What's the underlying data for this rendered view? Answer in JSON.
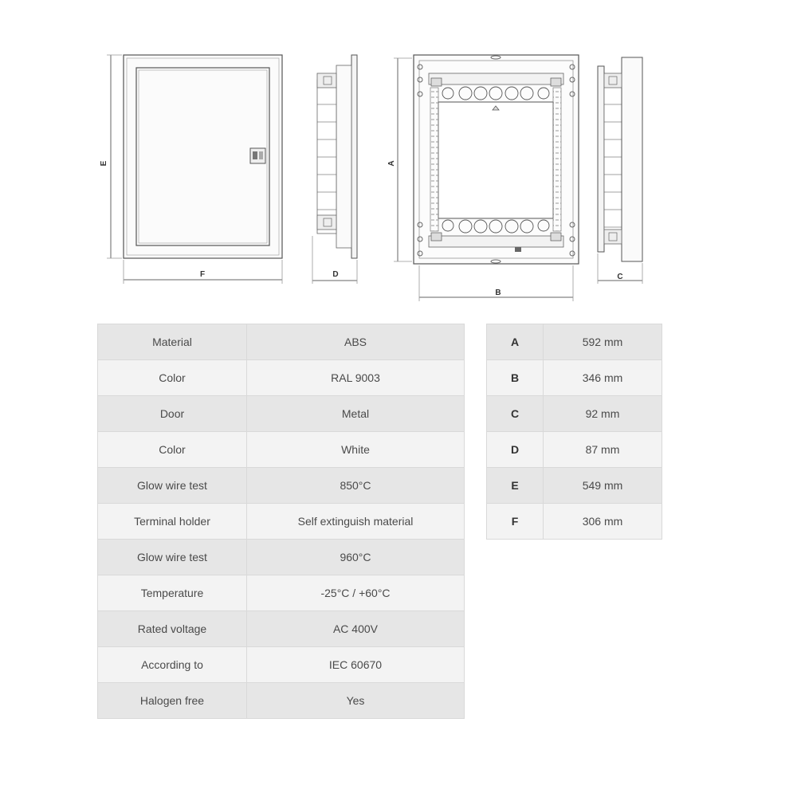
{
  "drawings": {
    "front_view": {
      "label_height": "E",
      "label_width": "F"
    },
    "side_view_door": {
      "label_depth": "D"
    },
    "frame_view": {
      "label_height": "A",
      "label_width": "B"
    },
    "side_view_frame": {
      "label_depth": "C"
    }
  },
  "properties": [
    {
      "label": "Material",
      "value": "ABS"
    },
    {
      "label": "Color",
      "value": "RAL 9003"
    },
    {
      "label": "Door",
      "value": "Metal"
    },
    {
      "label": "Color",
      "value": "White"
    },
    {
      "label": "Glow wire test",
      "value": "850°C"
    },
    {
      "label": "Terminal holder",
      "value": "Self extinguish material"
    },
    {
      "label": "Glow wire test",
      "value": "960°C"
    },
    {
      "label": "Temperature",
      "value": "-25°C / +60°C"
    },
    {
      "label": "Rated voltage",
      "value": "AC 400V"
    },
    {
      "label": "According to",
      "value": "IEC 60670"
    },
    {
      "label": "Halogen free",
      "value": "Yes"
    }
  ],
  "dimensions": [
    {
      "key": "A",
      "value": "592 mm"
    },
    {
      "key": "B",
      "value": "346 mm"
    },
    {
      "key": "C",
      "value": "92 mm"
    },
    {
      "key": "D",
      "value": "87 mm"
    },
    {
      "key": "E",
      "value": "549 mm"
    },
    {
      "key": "F",
      "value": "306 mm"
    }
  ]
}
